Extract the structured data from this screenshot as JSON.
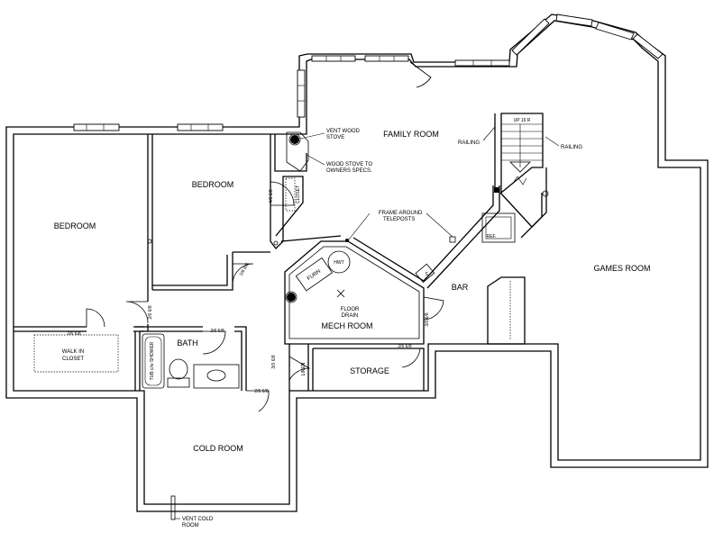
{
  "rooms": {
    "family_room": "FAMILY ROOM",
    "bedroom_right": "BEDROOM",
    "bedroom_left": "BEDROOM",
    "games_room": "GAMES ROOM",
    "bar": "BAR",
    "mech_room": "MECH ROOM",
    "storage": "STORAGE",
    "bath": "BATH",
    "cold_room": "COLD ROOM",
    "walk_in_closet_1": "WALK IN",
    "walk_in_closet_2": "CLOSET"
  },
  "fixtures": {
    "hwt": "HWT",
    "furn": "FURN",
    "floor_drain_1": "FLOOR",
    "floor_drain_2": "DRAIN",
    "ref": "REF.",
    "tub_shower": "TUB c/w SHOWER",
    "closet": "CLOSET",
    "linen": "LINEN",
    "stair_up": "UP 16 R",
    "stair_s": "S"
  },
  "annotations": {
    "vent_stove_1": "VENT WOOD",
    "vent_stove_2": "STOVE",
    "wood_stove_1": "WOOD STOVE TO",
    "wood_stove_2": "OWNERS SPECS.",
    "railing_left": "RAILING",
    "railing_right": "RAILING",
    "frame_1": "FRAME AROUND",
    "frame_2": "TELEPOSTS",
    "vent_cold_1": "VENT COLD",
    "vent_cold_2": "ROOM"
  },
  "doors": {
    "walk_in": "2/6 6/8",
    "bedroom_left": "2/6 6/8",
    "bedroom_right": "2/6 6/8",
    "closet": "4/0 6/8",
    "bath": "2/6 6/8",
    "linen": "3/0 6/8",
    "cold_room": "2/6 6/8",
    "storage": "2/6 6/8",
    "mech_room": "3/0 6/8"
  }
}
